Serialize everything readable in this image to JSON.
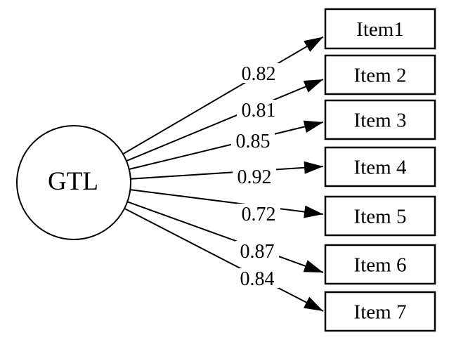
{
  "diagram": {
    "latent": {
      "label": "GTL"
    },
    "items": [
      {
        "label": "Item1",
        "loading": "0.82"
      },
      {
        "label": "Item 2",
        "loading": "0.81"
      },
      {
        "label": "Item 3",
        "loading": "0.85"
      },
      {
        "label": "Item 4",
        "loading": "0.92"
      },
      {
        "label": "Item 5",
        "loading": "0.72"
      },
      {
        "label": "Item 6",
        "loading": "0.87"
      },
      {
        "label": "Item 7",
        "loading": "0.84"
      }
    ],
    "colors": {
      "stroke": "#000000",
      "background": "#ffffff",
      "text": "#000000"
    }
  }
}
